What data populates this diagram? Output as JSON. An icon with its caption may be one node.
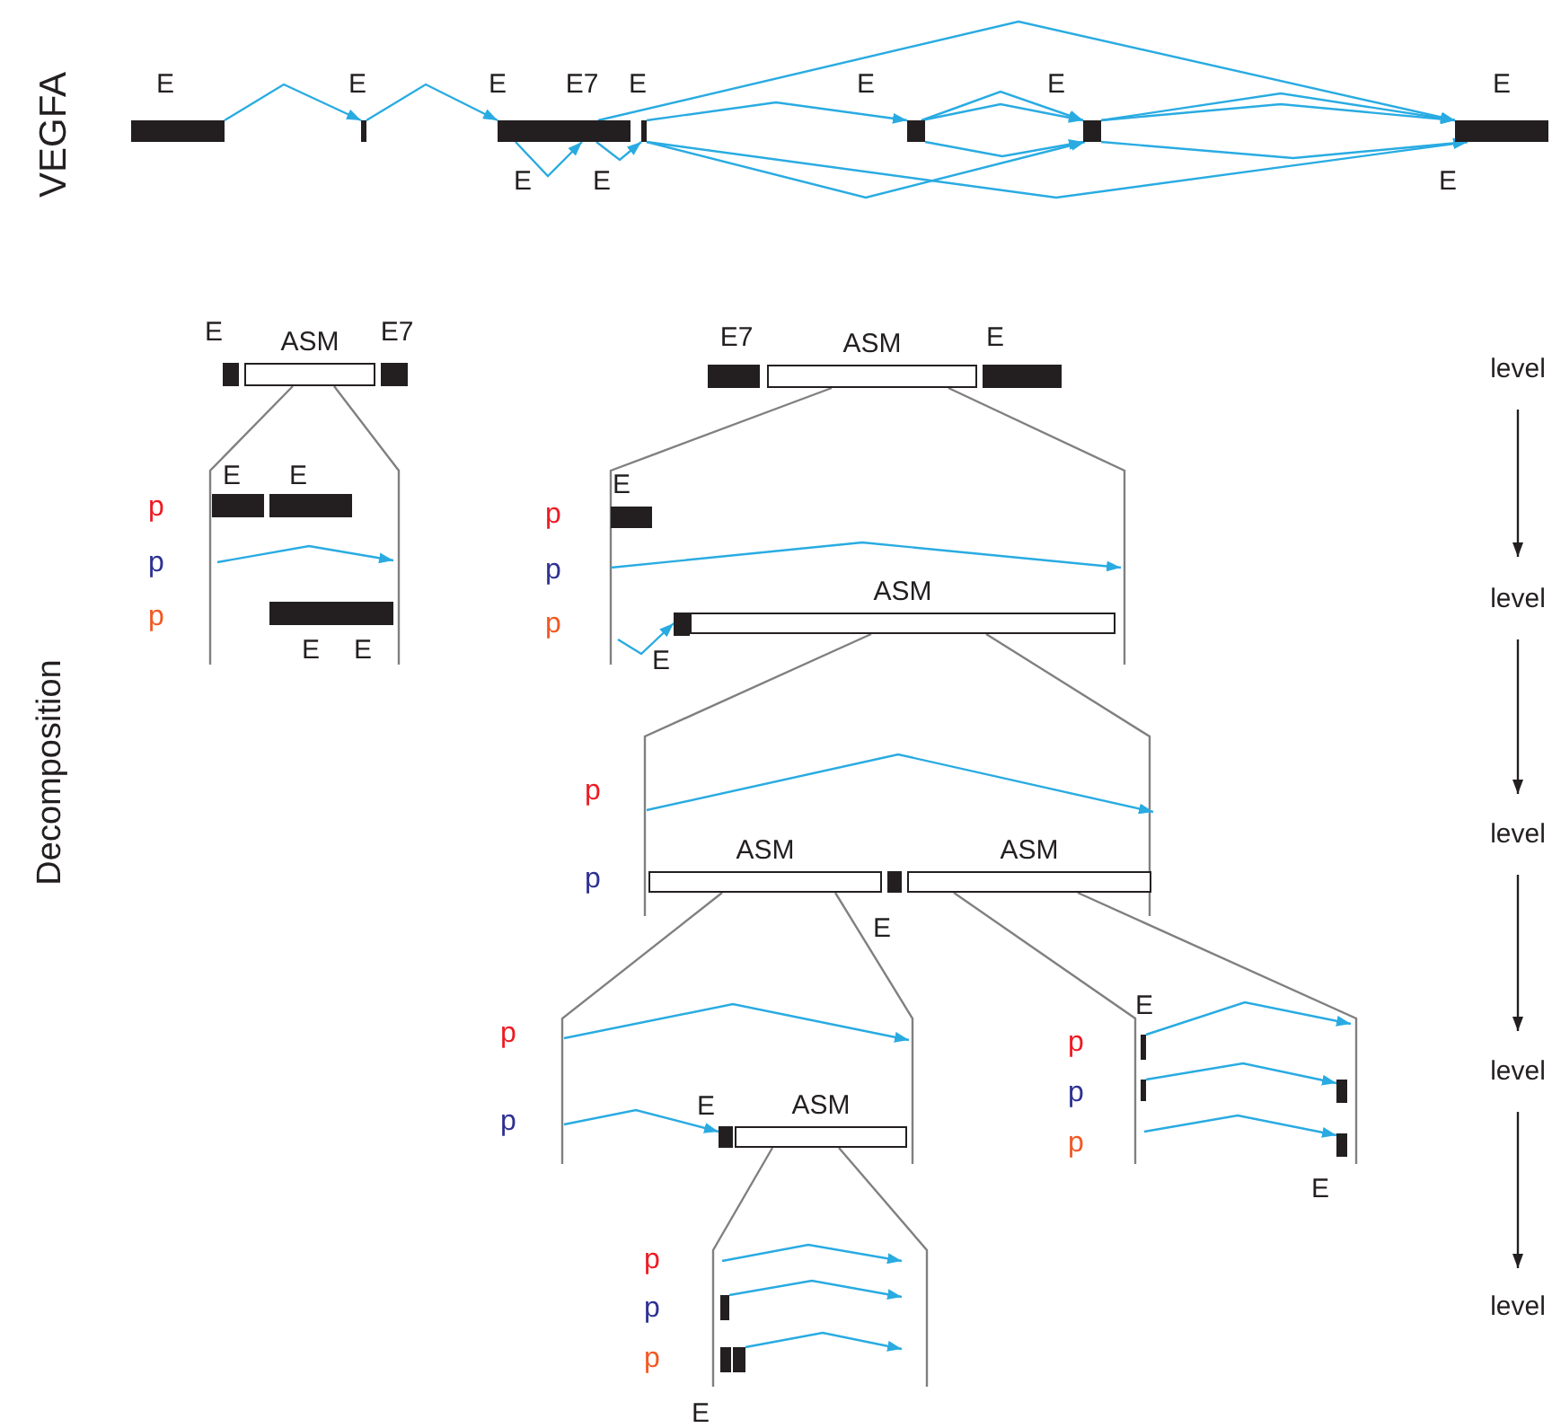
{
  "diagram": {
    "nodes": [
      {
        "text": [],
        "shape": "bar"
      },
      {
        "text": [],
        "shape": "bar"
      },
      {
        "text": [],
        "shape": "bar"
      },
      {
        "text": [],
        "shape": "bar"
      },
      {
        "text": [],
        "shape": "bar"
      },
      {
        "text": [],
        "shape": "bar"
      },
      {
        "text": [],
        "shape": "bar"
      },
      {
        "text": [],
        "shape": "bar"
      },
      {
        "text": [],
        "shape": "bar"
      },
      {
        "text": [
          "ASM"
        ]
      },
      {
        "text": [],
        "shape": "bar"
      },
      {
        "text": [],
        "shape": "bar"
      },
      {
        "text": [],
        "shape": "bar"
      },
      {
        "text": [],
        "shape": "bar"
      },
      {
        "text": [],
        "shape": "bar"
      },
      {
        "text": [
          "ASM"
        ]
      },
      {
        "text": [],
        "shape": "bar"
      },
      {
        "text": [],
        "shape": "bar"
      },
      {
        "text": [],
        "shape": "bar"
      },
      {
        "text": [
          "ASM"
        ]
      },
      {
        "text": [
          "ASM"
        ]
      },
      {
        "text": [],
        "shape": "bar"
      },
      {
        "text": [
          "ASM"
        ]
      },
      {
        "text": [],
        "shape": "bar"
      },
      {
        "text": [
          "ASM"
        ]
      },
      {
        "text": [],
        "shape": "bar"
      },
      {
        "text": [],
        "shape": "bar"
      },
      {
        "text": [],
        "shape": "bar"
      },
      {
        "text": [],
        "shape": "bar"
      },
      {
        "text": [],
        "shape": "bar"
      },
      {
        "text": [],
        "shape": "bar"
      },
      {
        "text": [],
        "shape": "bar"
      },
      {
        "text": [
          "level"
        ]
      },
      {
        "text": [
          "level"
        ]
      },
      {
        "text": [
          "level"
        ]
      },
      {
        "text": [
          "level"
        ]
      },
      {
        "text": [
          "level"
        ]
      }
    ],
    "edges": [
      {
        "from": 0,
        "to": 1,
        "arrow": "to"
      },
      {
        "from": 1,
        "to": 2,
        "arrow": "to"
      },
      {
        "from": 2,
        "to": 3,
        "arrow": "to"
      },
      {
        "from": 3,
        "to": 4,
        "arrow": "to"
      },
      {
        "from": 3,
        "to": 7,
        "arrow": "to"
      },
      {
        "from": 4,
        "to": 5,
        "arrow": "to"
      },
      {
        "from": 4,
        "to": 7,
        "arrow": "to"
      },
      {
        "from": 4,
        "to": 6,
        "arrow": "to"
      },
      {
        "from": 5,
        "to": 6,
        "arrow": "to"
      },
      {
        "from": 5,
        "to": 6,
        "arrow": "to"
      },
      {
        "from": 5,
        "to": 6,
        "arrow": "to"
      },
      {
        "from": 6,
        "to": 7,
        "arrow": "to"
      },
      {
        "from": 6,
        "to": 7,
        "arrow": "to"
      },
      {
        "from": 6,
        "to": 7,
        "arrow": "to"
      },
      {
        "from": null,
        "to": 18,
        "arrow": "to"
      },
      {
        "from": null,
        "to": 23,
        "arrow": "to"
      },
      {
        "from": 25,
        "to": null,
        "arrow": "to"
      },
      {
        "from": 26,
        "to": 27,
        "arrow": "to"
      },
      {
        "from": null,
        "to": 28,
        "arrow": "to"
      },
      {
        "from": 29,
        "to": null,
        "arrow": "to"
      },
      {
        "from": 31,
        "to": null,
        "arrow": "to"
      },
      {
        "from": 32,
        "to": 33,
        "arrow": "to",
        "color": "#231f20"
      },
      {
        "from": 33,
        "to": 34,
        "arrow": "to",
        "color": "#231f20"
      },
      {
        "from": 34,
        "to": 35,
        "arrow": "to",
        "color": "#231f20"
      },
      {
        "from": 35,
        "to": 36,
        "arrow": "to",
        "color": "#231f20"
      }
    ],
    "labels": [
      "VEGFA",
      "E",
      "E",
      "E",
      "E7",
      "E",
      "E",
      "E",
      "E",
      "E",
      "E",
      "E",
      "Decomposition",
      "E",
      "E7",
      "E7",
      "E",
      "E",
      "E",
      "E",
      "p",
      "p",
      "p",
      "p",
      "p",
      "p",
      "E",
      "E",
      "E",
      "p",
      "p",
      "E",
      "E",
      "p",
      "p",
      "p",
      "p",
      "E",
      "p",
      "E",
      "p",
      "p",
      "p",
      "E"
    ]
  }
}
